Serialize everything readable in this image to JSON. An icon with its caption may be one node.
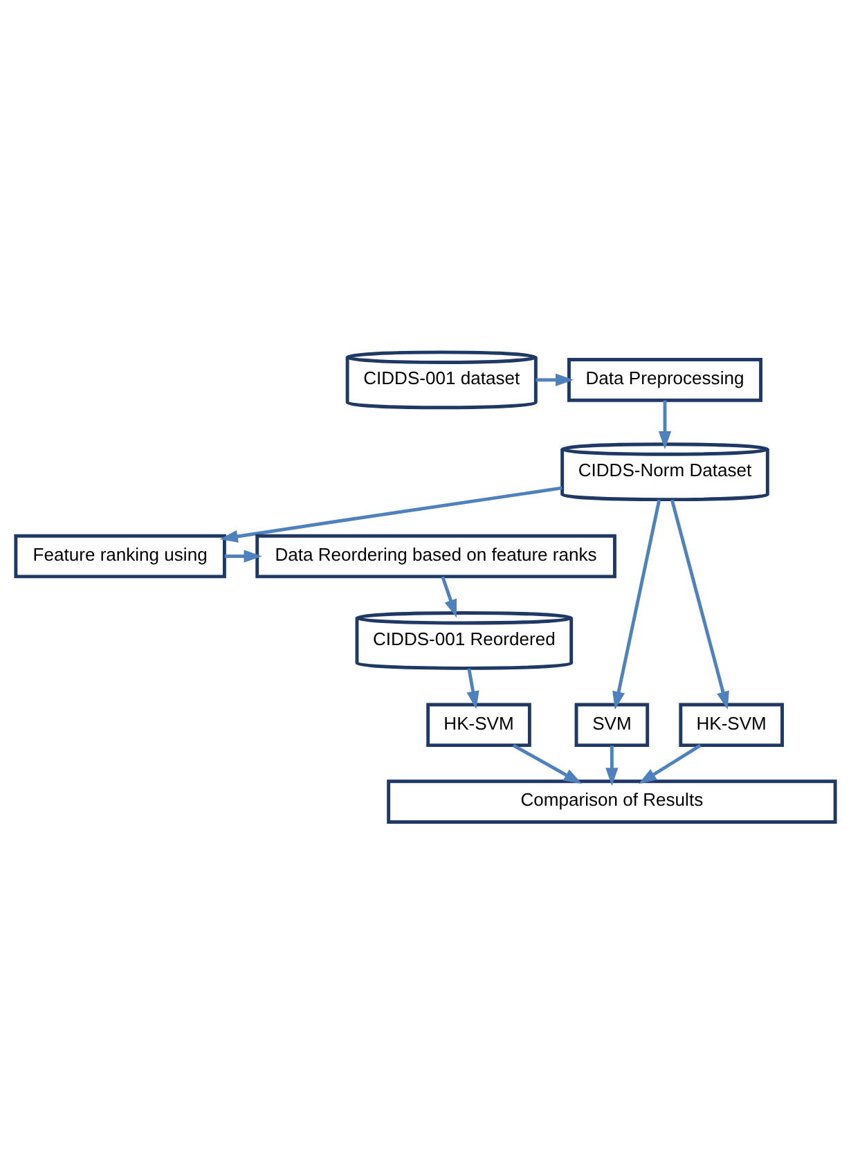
{
  "diagram": {
    "nodes": [
      {
        "text": [
          "Data Preprocessing"
        ]
      },
      {
        "text": [
          "CIDDS-001 dataset"
        ]
      },
      {
        "text": [
          "CIDDS-Norm Dataset"
        ]
      },
      {
        "text": [
          "Feature ranking using"
        ]
      },
      {
        "text": [
          "Data Reordering based on feature ranks"
        ]
      },
      {
        "text": [
          "CIDDS-001 Reordered"
        ]
      },
      {
        "text": [
          "SVM"
        ]
      },
      {
        "text": [
          "HK-SVM"
        ]
      },
      {
        "text": [
          "HK-SVM"
        ]
      },
      {
        "text": [
          "Comparison of Results"
        ]
      }
    ],
    "edges": [
      {
        "from": 1,
        "to": 0,
        "arrow": "to"
      },
      {
        "from": 0,
        "to": 2,
        "arrow": "to"
      },
      {
        "from": 2,
        "to": 3,
        "arrow": "to"
      },
      {
        "from": 3,
        "to": 4,
        "arrow": "to"
      },
      {
        "from": 4,
        "to": 5,
        "arrow": "to"
      },
      {
        "from": 5,
        "to": 8,
        "arrow": "to"
      },
      {
        "from": 2,
        "to": 6,
        "arrow": "to"
      },
      {
        "from": 2,
        "to": 7,
        "arrow": "to"
      },
      {
        "from": 6,
        "to": 9,
        "arrow": "to"
      },
      {
        "from": 7,
        "to": 9,
        "arrow": "to"
      },
      {
        "from": 8,
        "to": 9,
        "arrow": "to"
      }
    ]
  }
}
